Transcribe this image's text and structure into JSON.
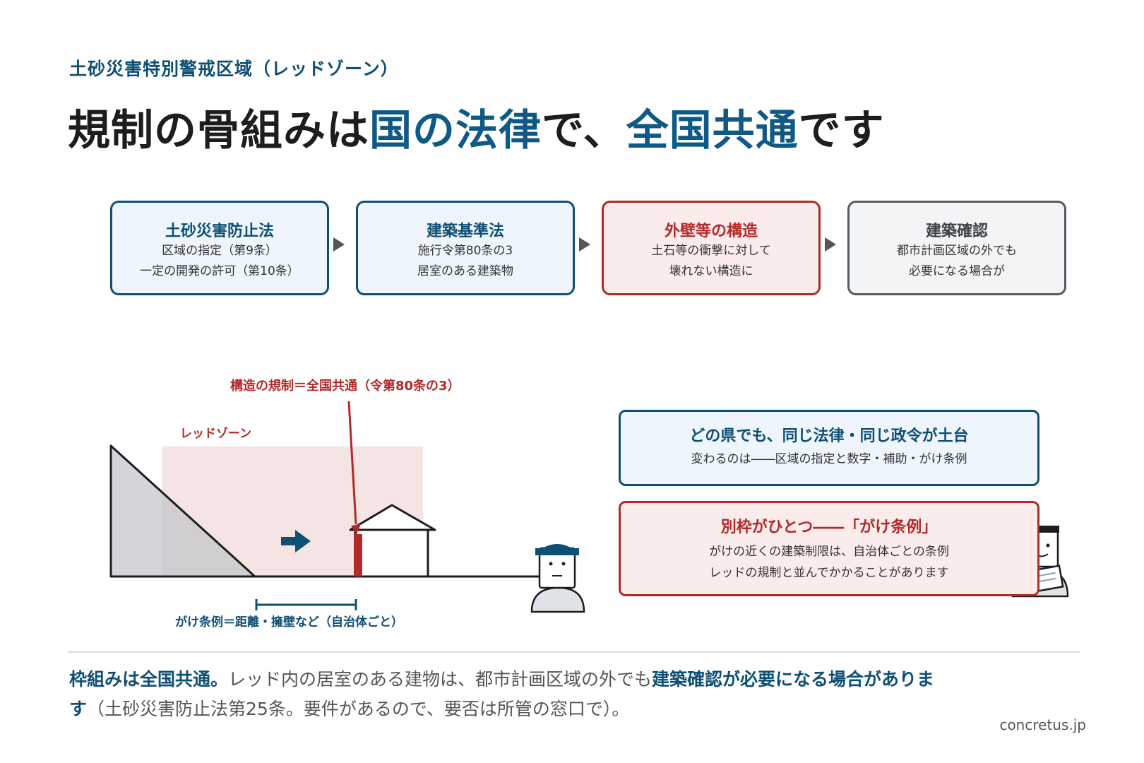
{
  "header": {
    "kicker": "土砂災害特別警戒区域（レッドゾーン）",
    "headline_pre": "規制の骨組みは",
    "headline_hl1": "国の法律",
    "headline_mid": "で、",
    "headline_hl2": "全国共通",
    "headline_post": "です"
  },
  "flow": [
    {
      "title": "土砂災害防止法",
      "line1": "区域の指定（第9条）",
      "line2": "一定の開発の許可（第10条）"
    },
    {
      "title": "建築基準法",
      "line1": "施行令第80条の3",
      "line2": "居室のある建築物"
    },
    {
      "title": "外壁等の構造",
      "line1": "土石等の衝撃に対して",
      "line2": "壊れない構造に"
    },
    {
      "title": "建築確認",
      "line1": "都市計画区域の外でも",
      "line2": "必要になる場合が"
    }
  ],
  "diagram": {
    "structure_label": "構造の規制＝全国共通（令第80条の3）",
    "zone_label": "レッドゾーン",
    "gake_label": "がけ条例＝距離・擁壁など（自治体ごと）"
  },
  "info": {
    "box1_title": "どの県でも、同じ法律・同じ政令が土台",
    "box1_line": "変わるのは――区域の指定と数字・補助・がけ条例",
    "box2_title": "別枠がひとつ――「がけ条例」",
    "box2_line1": "がけの近くの建築制限は、自治体ごとの条例",
    "box2_line2": "レッドの規制と並んでかかることがあります"
  },
  "summary": {
    "b1": "枠組みは全国共通。",
    "t1": "レッド内の居室のある建物は、都市計画区域の外でも",
    "b2": "建築確認が必要になる場合があります",
    "t2": "（土砂災害防止法第25条。要件があるので、要否は所管の窓口で）。"
  },
  "source": "concretus.jp",
  "colors": {
    "navy": "#0e4f74",
    "red": "#b22a2a",
    "gray": "#555b61"
  }
}
